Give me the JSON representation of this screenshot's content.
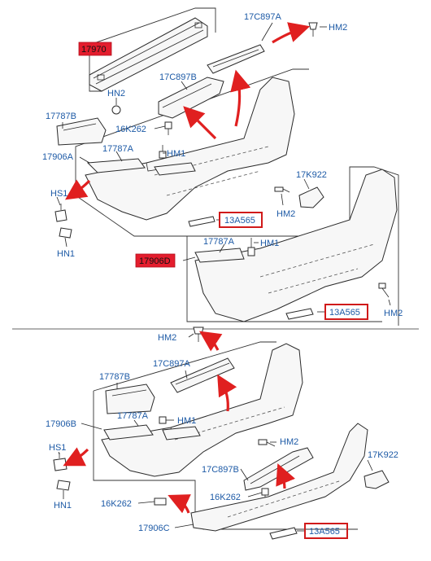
{
  "labels": {
    "p17970": "17970",
    "hn2": "HN2",
    "c17c897a_top": "17C897A",
    "hm2_top": "HM2",
    "c17c897b_top": "17C897B",
    "c17787b_top": "17787B",
    "c16k262_top": "16K262",
    "c17906a": "17906A",
    "c17787a_top": "17787A",
    "hm1_top": "HM1",
    "hs1_top": "HS1",
    "hn1_top": "HN1",
    "c17k922_top": "17K922",
    "hm2_mid": "HM2",
    "c13a565_a": "13A565",
    "c17787a_mid": "17787A",
    "hm1_mid": "HM1",
    "c17906d": "17906D",
    "c13a565_b": "13A565",
    "hm2_right": "HM2",
    "hm2_b": "HM2",
    "c17c897a_b": "17C897A",
    "c17787b_b": "17787B",
    "c17787a_b": "17787A",
    "hm1_b": "HM1",
    "c17906b": "17906B",
    "hm2_b2": "HM2",
    "hs1_b": "HS1",
    "c17k922_b": "17K922",
    "c17c897b_b": "17C897B",
    "hn1_b": "HN1",
    "c16k262_b1": "16K262",
    "c16k262_b2": "16K262",
    "c17906c": "17906C",
    "c13a565_c": "13A565"
  },
  "colors": {
    "label_blue": "#1d5aa6",
    "arrow_red": "#e02020",
    "highlight_red": "#e41d2d"
  }
}
